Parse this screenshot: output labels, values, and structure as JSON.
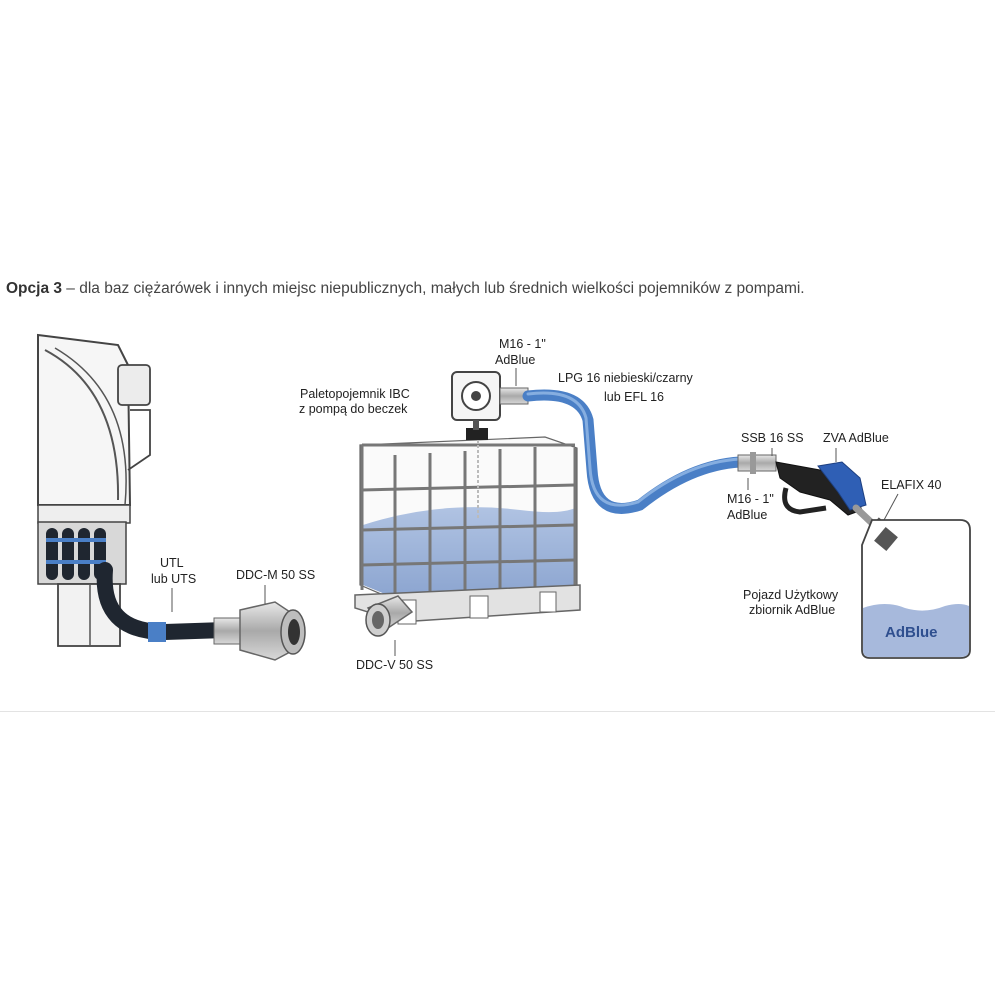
{
  "caption": {
    "bold": "Opcja 3",
    "rest": " – dla baz ciężarówek i innych miejsc niepublicznych, małych lub średnich wielkości pojemników z pompami."
  },
  "labels": {
    "utl_1": "UTL",
    "utl_2": "lub UTS",
    "ddc_m": "DDC-M 50 SS",
    "ddc_v": "DDC-V 50 SS",
    "ibc_1": "Paletopojemnik IBC",
    "ibc_2": "z pompą do beczek",
    "m16_top_1": "M16 - 1\"",
    "m16_top_2": "AdBlue",
    "lpg_1": "LPG 16 niebieski/czarny",
    "lpg_2": "lub EFL 16",
    "ssb": "SSB 16 SS",
    "zva": "ZVA AdBlue",
    "m16_bot_1": "M16 - 1\"",
    "m16_bot_2": "AdBlue",
    "elafix": "ELAFIX 40",
    "vehicle_1": "Pojazd Użytkowy",
    "vehicle_2": "zbiornik AdBlue",
    "tank_text": "AdBlue"
  },
  "colors": {
    "hose_blue": "#4a7fc6",
    "liquid_blue": "#8ea9d6",
    "tank_liquid": "#a7b9dc",
    "dark_hose": "#1f2630",
    "nozzle_blue": "#2f5fb5"
  }
}
